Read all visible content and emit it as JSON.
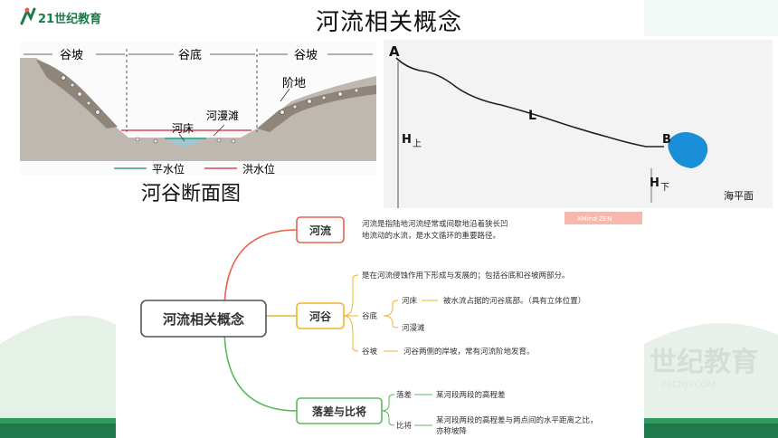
{
  "header": {
    "title": "河流相关概念",
    "logo_text": "21世纪教育"
  },
  "watermark": {
    "main": "世纪教育",
    "sub": "21CNJY.COM"
  },
  "valley_diagram": {
    "caption": "河谷断面图",
    "labels": {
      "slope_left": "谷坡",
      "bottom": "谷底",
      "slope_right": "谷坡",
      "terrace": "阶地",
      "floodplain": "河漫滩",
      "riverbed": "河床"
    },
    "legend": {
      "normal": "平水位",
      "flood": "洪水位"
    },
    "colors": {
      "normal": "#3aa37a",
      "flood": "#d9455f"
    }
  },
  "profile_diagram": {
    "point_a": "A",
    "point_b": "B",
    "point_l": "L",
    "h_upper_main": "H",
    "h_upper_sub": "上",
    "h_lower_main": "H",
    "h_lower_sub": "下",
    "sea_level": "海平面"
  },
  "mindmap": {
    "tag": "XMind·ZEN",
    "root": "河流相关概念",
    "branch_river": {
      "label": "河流",
      "desc_1": "河流是指陆地河流经常或间歇地沿着狭长凹",
      "desc_2": "地流动的水流，是水文循环的重要路径。"
    },
    "branch_valley": {
      "label": "河谷",
      "desc": "是在河流侵蚀作用下形成与发展的；包括谷底和谷坡两部分。",
      "bottom_label": "谷底",
      "riverbed_label": "河床",
      "riverbed_desc": "被水流占据的河谷底部。（具有立体位置）",
      "floodplain_label": "河漫滩",
      "slope_label": "谷坡",
      "slope_desc": "河谷两侧的岸坡，常有河流阶地发育。"
    },
    "branch_drop": {
      "label": "落差与比将",
      "drop_label": "落差",
      "drop_desc": "某河段两段的高程差",
      "ratio_label": "比将",
      "ratio_desc_1": "某河段两段的高程差与两点间的水平距离之比，",
      "ratio_desc_2": "亦称坡降"
    },
    "colors": {
      "river": "#e8604c",
      "valley": "#f0b428",
      "drop": "#5cb85c",
      "root": "#555555"
    }
  }
}
